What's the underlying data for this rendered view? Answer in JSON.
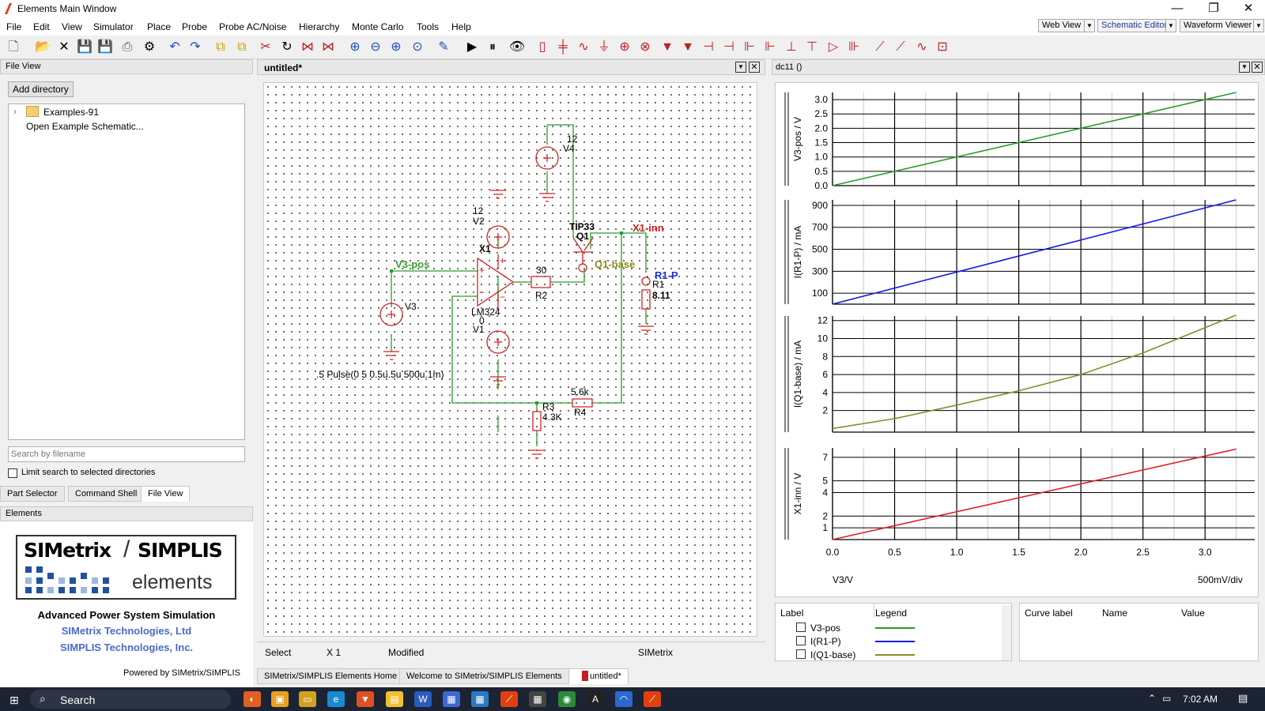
{
  "window": {
    "title": "Elements Main Window",
    "minimize": "—",
    "maximize": "❐",
    "close": "✕"
  },
  "menu": [
    "File",
    "Edit",
    "View",
    "Simulator",
    "Place",
    "Probe",
    "Probe AC/Noise",
    "Hierarchy",
    "Monte Carlo",
    "Tools",
    "Help"
  ],
  "view_buttons": {
    "web_view": "Web View",
    "schematic_editor": "Schematic Editor",
    "waveform_viewer": "Waveform Viewer",
    "dropdown": "▼"
  },
  "file_view": {
    "header": "File View",
    "add_directory": "Add directory",
    "tree": [
      {
        "expander": "›",
        "label": "Examples-91"
      },
      {
        "label": "Open Example Schematic..."
      }
    ],
    "search_placeholder": "Search by filename",
    "limit_label": "Limit search to selected directories",
    "tabs": [
      "Part Selector",
      "Command Shell",
      "File View"
    ]
  },
  "elements_panel": {
    "header": "Elements",
    "logo_text_1": "SIMetrix",
    "logo_slash": "/",
    "logo_text_2": "SIMPLIS",
    "logo_sub": "elements",
    "tagline": "Advanced Power System Simulation",
    "company1": "SIMetrix Technologies, Ltd",
    "company2": "SIMPLIS Technologies, Inc.",
    "powered": "Powered by SIMetrix/SIMPLIS"
  },
  "schematic": {
    "tab_title": "untitled*",
    "status": {
      "mode": "Select",
      "zoom": "X 1",
      "state": "Modified",
      "sim": "SIMetrix"
    },
    "bottom_tabs": [
      "SIMetrix/SIMPLIS Elements Home",
      "Welcome to SIMetrix/SIMPLIS Elements",
      "untitled*"
    ],
    "labels": {
      "v4_val": "12",
      "v4_name": "V4",
      "v2_val": "12",
      "v2_name": "V2",
      "x1_name": "X1",
      "x1_part": "LM324",
      "v1_val": "0",
      "v1_name": "V1",
      "v3_name": "V3",
      "v3_val": ".5 Pulse(0 5 0.5u.5u 500u.1m)",
      "q1_part": "TIP33",
      "q1_name": "Q1",
      "r2_val": "30",
      "r2_name": "R2",
      "r1_name": "R1",
      "r1_val": "8.11",
      "r3_name": "R3",
      "r3_val": "4.3K",
      "r4_val": "5.6k",
      "r4_name": "R4",
      "plus": "+",
      "minus": "−"
    },
    "probes": [
      {
        "name": "V3-pos",
        "color": "#3a9a2a"
      },
      {
        "name": "X1-inn",
        "color": "#d42020"
      },
      {
        "name": "Q1-base",
        "color": "#8a8a1a"
      },
      {
        "name": "R1-P",
        "color": "#2030d0"
      }
    ]
  },
  "waveform": {
    "tab_title": "dc11 ()",
    "x_label": "V3/V",
    "x_div": "500mV/div",
    "x_ticks": [
      "0.0",
      "0.5",
      "1.0",
      "1.5",
      "2.0",
      "2.5",
      "3.0"
    ],
    "legend_headers": [
      "Label",
      "Legend"
    ],
    "legend": [
      {
        "label": "V3-pos",
        "color": "#2a9a2a"
      },
      {
        "label": "I(R1-P)",
        "color": "#1a1ae0"
      },
      {
        "label": "I(Q1-base)",
        "color": "#8a8a2a"
      }
    ],
    "cursor_headers": [
      "Curve label",
      "Name",
      "Value"
    ]
  },
  "chart_data": [
    {
      "type": "line",
      "ylabel": "V3-pos / V",
      "yticks": [
        "0.0",
        "0.5",
        "1.0",
        "1.5",
        "2.0",
        "2.5",
        "3.0"
      ],
      "ylim": [
        0,
        3.25
      ],
      "x": [
        0,
        3.25
      ],
      "series": [
        {
          "name": "V3-pos",
          "values": [
            0,
            3.25
          ],
          "color": "#2a9a2a"
        }
      ]
    },
    {
      "type": "line",
      "ylabel": "I(R1-P) / mA",
      "yticks": [
        "100",
        "300",
        "500",
        "700",
        "900"
      ],
      "ylim": [
        0,
        950
      ],
      "x": [
        0,
        3.25
      ],
      "series": [
        {
          "name": "I(R1-P)",
          "values": [
            0,
            950
          ],
          "color": "#1a1ae0"
        }
      ]
    },
    {
      "type": "line",
      "ylabel": "I(Q1-base) / mA",
      "yticks": [
        "2",
        "4",
        "6",
        "8",
        "10",
        "12"
      ],
      "ylim": [
        -0.4,
        12.5
      ],
      "x": [
        0,
        0.5,
        1.0,
        1.5,
        2.0,
        2.5,
        3.0,
        3.25
      ],
      "series": [
        {
          "name": "I(Q1-base)",
          "values": [
            0.0,
            1.1,
            2.6,
            4.2,
            6.0,
            8.4,
            11.2,
            12.6
          ],
          "color": "#8a8a2a"
        }
      ]
    },
    {
      "type": "line",
      "ylabel": "X1-inn / V",
      "yticks": [
        "1",
        "2",
        "4",
        "5",
        "7"
      ],
      "ylim": [
        0,
        7.8
      ],
      "x": [
        0,
        3.25
      ],
      "series": [
        {
          "name": "X1-inn",
          "values": [
            0,
            7.7
          ],
          "color": "#e02020"
        }
      ]
    }
  ],
  "taskbar": {
    "search": "Search",
    "time": "7:02 AM"
  }
}
